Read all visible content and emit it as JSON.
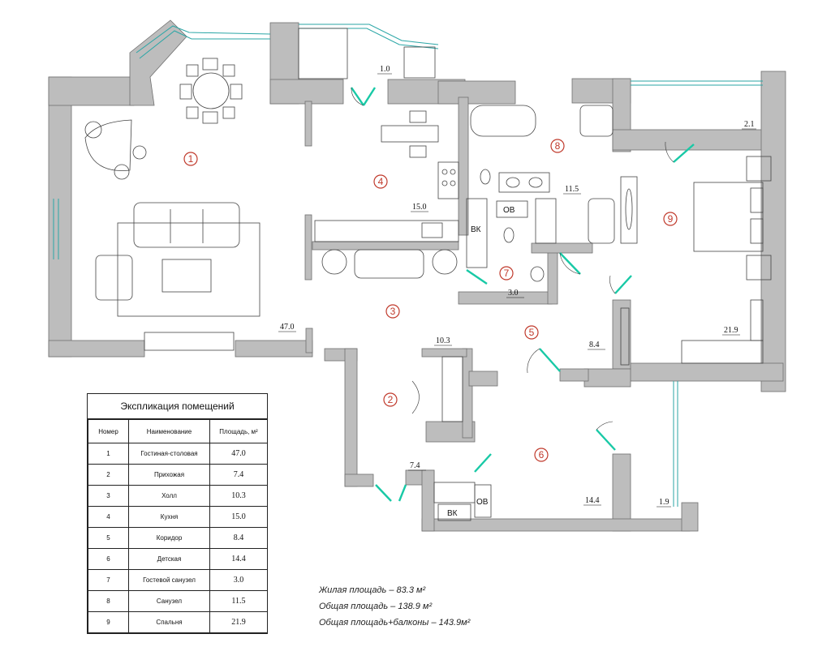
{
  "rooms": [
    {
      "num": "1",
      "area": "47.0"
    },
    {
      "num": "2",
      "area": "7.4"
    },
    {
      "num": "3",
      "area": "10.3"
    },
    {
      "num": "4",
      "area": "15.0"
    },
    {
      "num": "5",
      "area": "8.4"
    },
    {
      "num": "6",
      "area": "14.4"
    },
    {
      "num": "7",
      "area": "3.0"
    },
    {
      "num": "8",
      "area": "11.5"
    },
    {
      "num": "9",
      "area": "21.9"
    }
  ],
  "balconies": [
    "1.0",
    "2.1",
    "1.9"
  ],
  "tags": {
    "vk": "ВК",
    "ov": "ОВ"
  },
  "legend": {
    "title": "Экспликация помещений",
    "headers": [
      "Номер",
      "Наименование",
      "Площадь, м²"
    ],
    "rows": [
      {
        "num": "1",
        "name": "Гостиная-столовая",
        "area": "47.0"
      },
      {
        "num": "2",
        "name": "Прихожая",
        "area": "7.4"
      },
      {
        "num": "3",
        "name": "Холл",
        "area": "10.3"
      },
      {
        "num": "4",
        "name": "Кухня",
        "area": "15.0"
      },
      {
        "num": "5",
        "name": "Коридор",
        "area": "8.4"
      },
      {
        "num": "6",
        "name": "Детская",
        "area": "14.4"
      },
      {
        "num": "7",
        "name": "Гостевой санузел",
        "area": "3.0"
      },
      {
        "num": "8",
        "name": "Санузел",
        "area": "11.5"
      },
      {
        "num": "9",
        "name": "Спальня",
        "area": "21.9"
      }
    ]
  },
  "summary": {
    "living": "Жилая площадь – 83.3 м²",
    "total": "Общая площадь – 138.9 м²",
    "total_balconies": "Общая площадь+балконы – 143.9м²"
  }
}
